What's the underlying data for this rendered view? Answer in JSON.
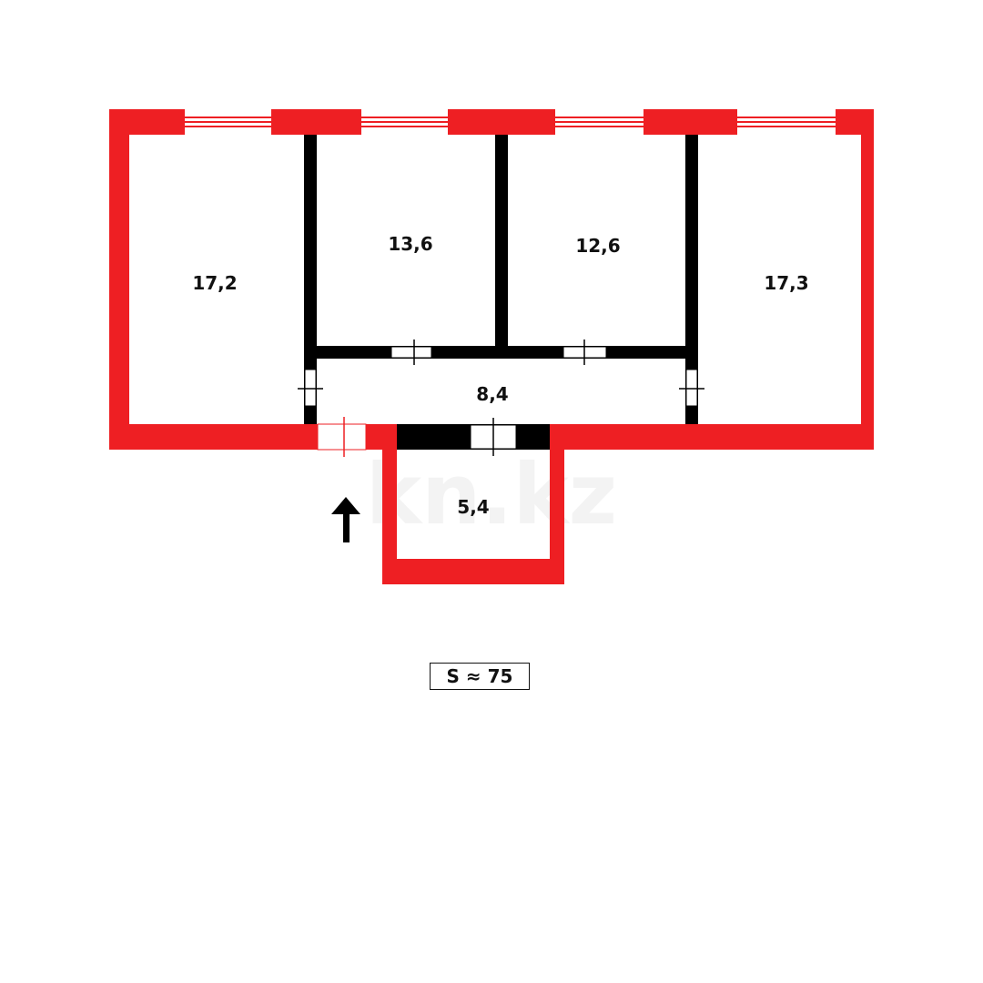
{
  "plan": {
    "colors": {
      "exterior_wall": "#ee1f23",
      "interior_wall": "#000000",
      "background": "#ffffff",
      "watermark": "#f2f2f2"
    },
    "watermark": "kn.kz",
    "rooms": [
      {
        "id": "room-1",
        "area": "17,2"
      },
      {
        "id": "room-2",
        "area": "13,6"
      },
      {
        "id": "room-3",
        "area": "12,6"
      },
      {
        "id": "room-4",
        "area": "17,3"
      },
      {
        "id": "hallway",
        "area": "8,4"
      },
      {
        "id": "vestibule",
        "area": "5,4"
      }
    ],
    "entrance_icon": "arrow-up-icon",
    "total_area": "S ≈ 75"
  }
}
